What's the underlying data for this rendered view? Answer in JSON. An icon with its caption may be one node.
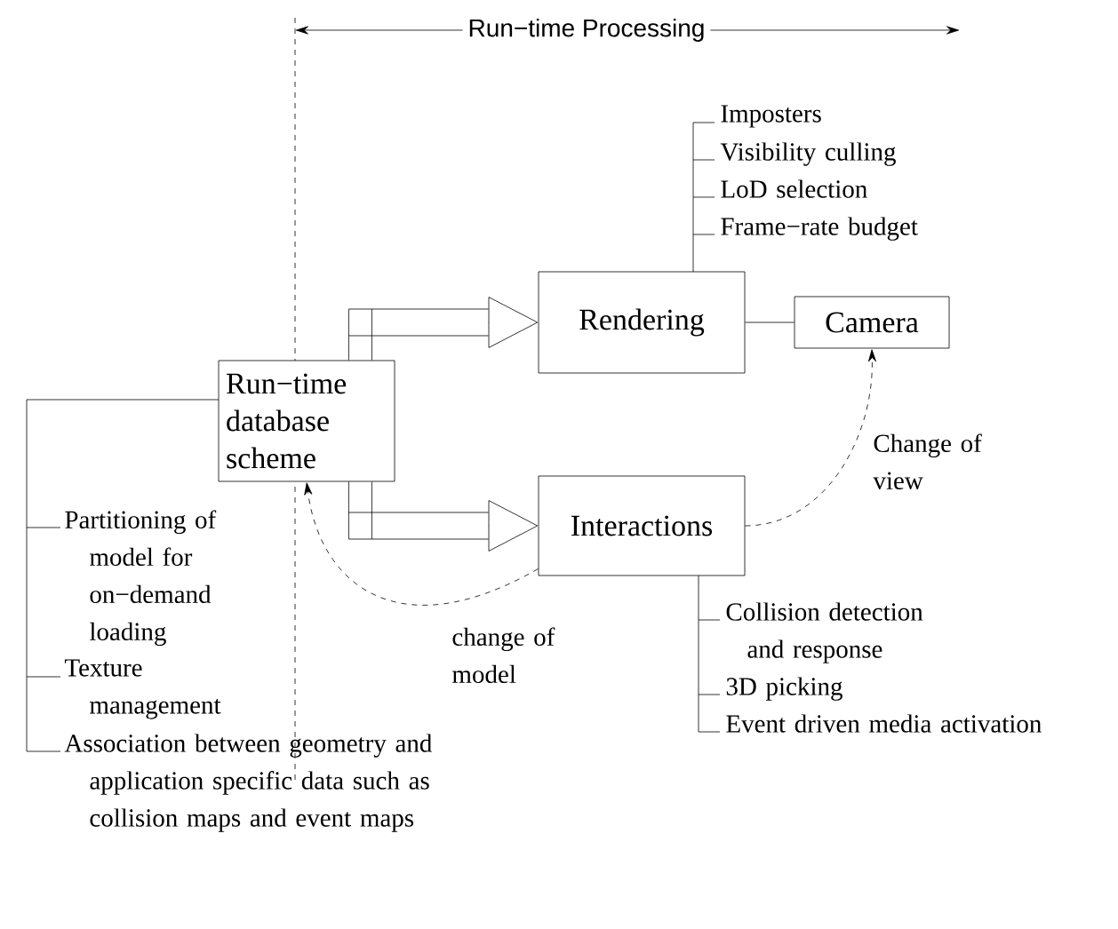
{
  "diagram": {
    "nodes": [
      {
        "text": [
          "Run−time database scheme"
        ],
        "beside": [
          "Partitioning of model for on−demand loading",
          "Texture management",
          "Association between geometry and application specific data such as collision maps and event maps"
        ]
      },
      {
        "text": [
          "Rendering"
        ],
        "beside": [
          "Imposters",
          "Visibility culling",
          "LoD selection",
          "Frame−rate budget"
        ]
      },
      {
        "text": [
          "Camera"
        ]
      },
      {
        "text": [
          "Interactions"
        ],
        "beside": [
          "Collision detection and response",
          "3D picking",
          "Event driven media activation"
        ]
      }
    ],
    "edges": [
      {
        "from": 0,
        "to": 1,
        "arrow": "to"
      },
      {
        "from": 0,
        "to": 3,
        "arrow": "to"
      },
      {
        "from": 1,
        "to": 2,
        "arrow": "none"
      },
      {
        "from": 3,
        "to": 2,
        "arrow": "to",
        "style": "dashed",
        "label": "Change of view"
      },
      {
        "from": 3,
        "to": 0,
        "arrow": "to",
        "style": "dashed",
        "label": "change of model"
      }
    ],
    "labels": [
      "Run−time Processing"
    ]
  }
}
